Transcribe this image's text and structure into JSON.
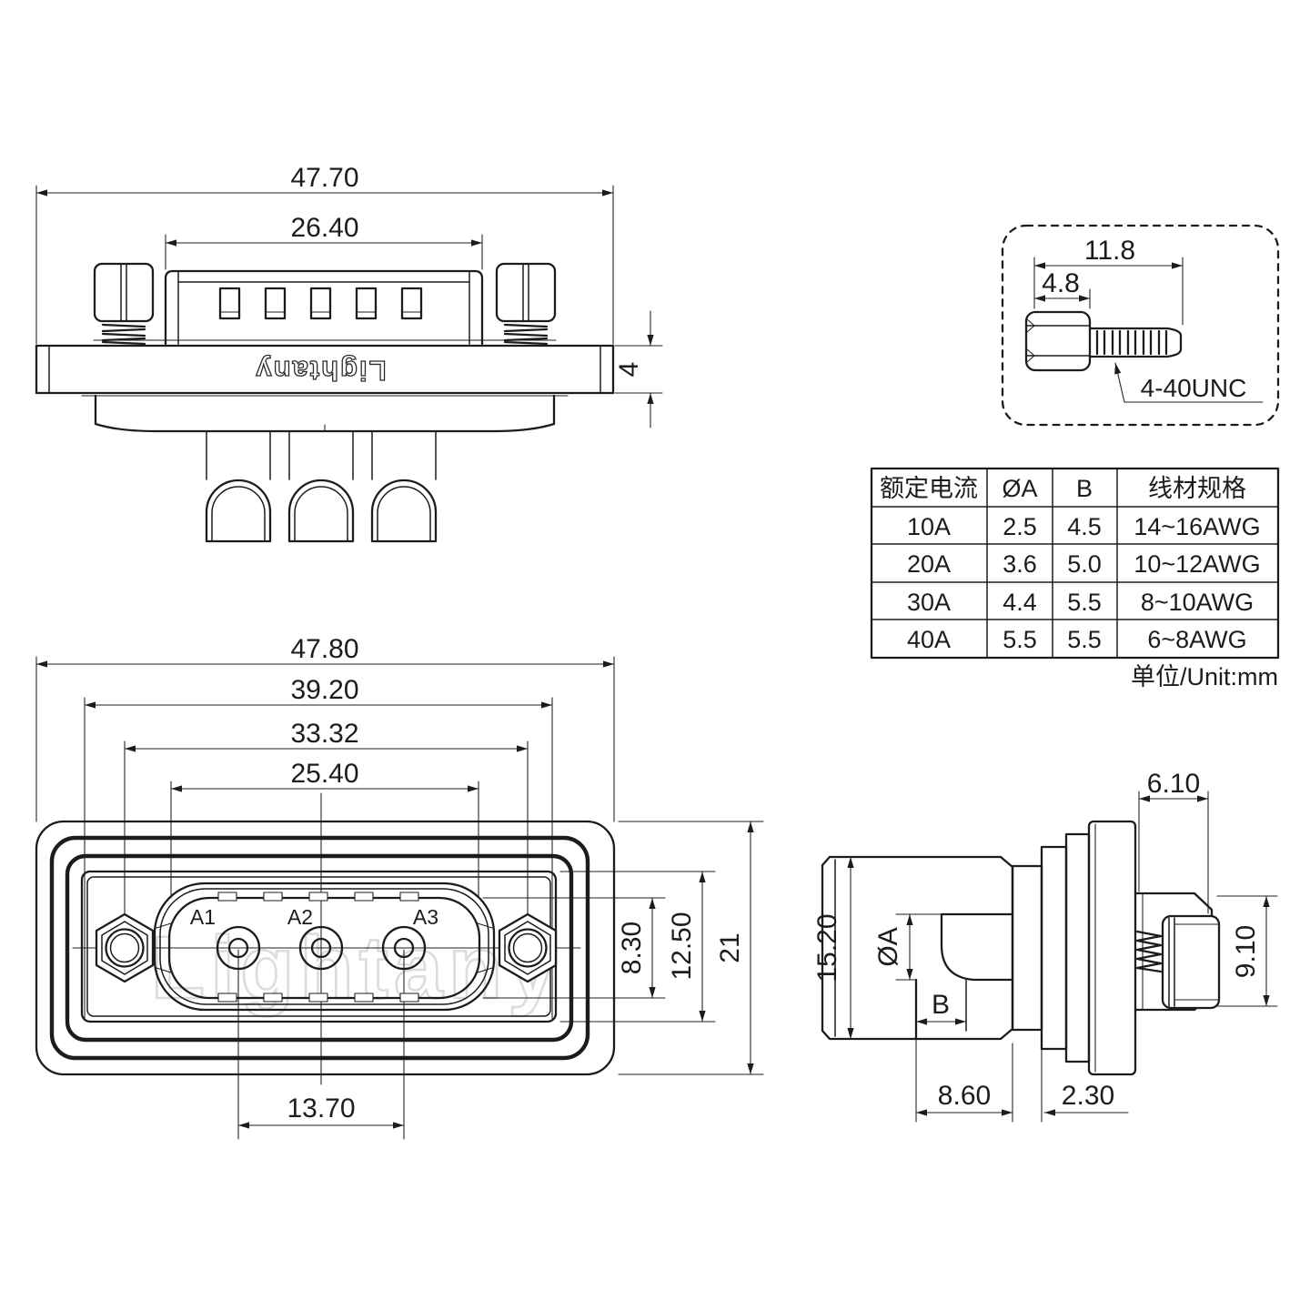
{
  "watermark": "Lightany",
  "top_view": {
    "brand": "Lightany",
    "overall_width": "47.70",
    "body_width": "26.40",
    "flange_thickness": "4"
  },
  "screw_detail": {
    "total_length": "11.8",
    "head_length": "4.8",
    "thread_spec": "4-40UNC"
  },
  "front_view": {
    "overall_width": "47.80",
    "flange_width": "39.20",
    "screw_spacing": "33.32",
    "insert_width": "25.40",
    "pin_spacing": "13.70",
    "insert_height": "8.30",
    "flange_height": "12.50",
    "overall_height": "21",
    "pins": [
      "A1",
      "A2",
      "A3"
    ]
  },
  "side_view": {
    "flange_to_nut": "6.10",
    "body_height": "15.20",
    "hole_dia": "ØA",
    "cup_depth": "B",
    "screw_height": "9.10",
    "body_depth": "8.60",
    "rim_depth": "2.30"
  },
  "table": {
    "headers": [
      "额定电流",
      "ØA",
      "B",
      "线材规格"
    ],
    "rows": [
      [
        "10A",
        "2.5",
        "4.5",
        "14~16AWG"
      ],
      [
        "20A",
        "3.6",
        "5.0",
        "10~12AWG"
      ],
      [
        "30A",
        "4.4",
        "5.5",
        "8~10AWG"
      ],
      [
        "40A",
        "5.5",
        "5.5",
        "6~8AWG"
      ]
    ],
    "unit_note": "单位/Unit:mm"
  }
}
